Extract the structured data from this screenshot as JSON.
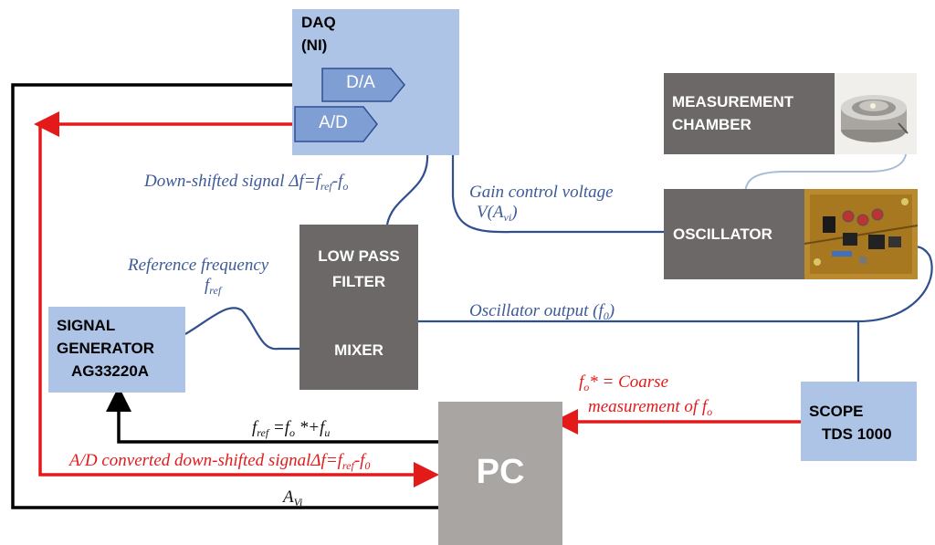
{
  "blocks": {
    "daq": {
      "line1": "DAQ",
      "line2": "(NI)"
    },
    "da": {
      "label": "D/A"
    },
    "ad": {
      "label": "A/D"
    },
    "chamber": {
      "line1": "MEASUREMENT",
      "line2": "CHAMBER"
    },
    "oscillator": {
      "label": "OSCILLATOR"
    },
    "lpf": {
      "line1": "LOW PASS",
      "line2": "FILTER",
      "line3": "MIXER"
    },
    "siggen": {
      "line1": "SIGNAL",
      "line2": "GENERATOR",
      "line3": "AG33220A"
    },
    "scope": {
      "line1": "SCOPE",
      "line2": "TDS 1000"
    },
    "pc": {
      "label": "PC"
    }
  },
  "wire_labels": {
    "downshift": {
      "a": "Down-shifted signal ",
      "b": "Δf=f",
      "sub1": "ref",
      "c": "-f",
      "sub2": "o"
    },
    "gain": {
      "line1": "Gain control voltage",
      "a": "V(A",
      "sub": "vi",
      "b": ")"
    },
    "reffreq": {
      "line1": "Reference frequency",
      "a": "f",
      "sub": "ref"
    },
    "oscout": {
      "a": "Oscillator output  (f",
      "sub": "0",
      "b": ")"
    },
    "coarse": {
      "a": "f",
      "sub": "o",
      "b": "* = Coarse",
      "line2a": "measurement of  f",
      "line2sub": "o"
    },
    "fref_eq": {
      "a": "f",
      "sub1": "ref",
      "b": " =f",
      "sub2": "o",
      "c": " *+f",
      "sub3": "u"
    },
    "adconv": {
      "a": "A/D converted down-shifted signal",
      "b": "Δf=f",
      "sub1": "ref",
      "c": "-f",
      "sub2": "0"
    },
    "avi": {
      "a": "A",
      "sub": "Vi"
    }
  },
  "colors": {
    "light_blue": "#aec4e6",
    "dark_gray": "#6b6867",
    "pc_gray": "#a9a5a3",
    "wire_blue": "#2f4f8f",
    "red": "#e41a1a",
    "black": "#000000"
  }
}
